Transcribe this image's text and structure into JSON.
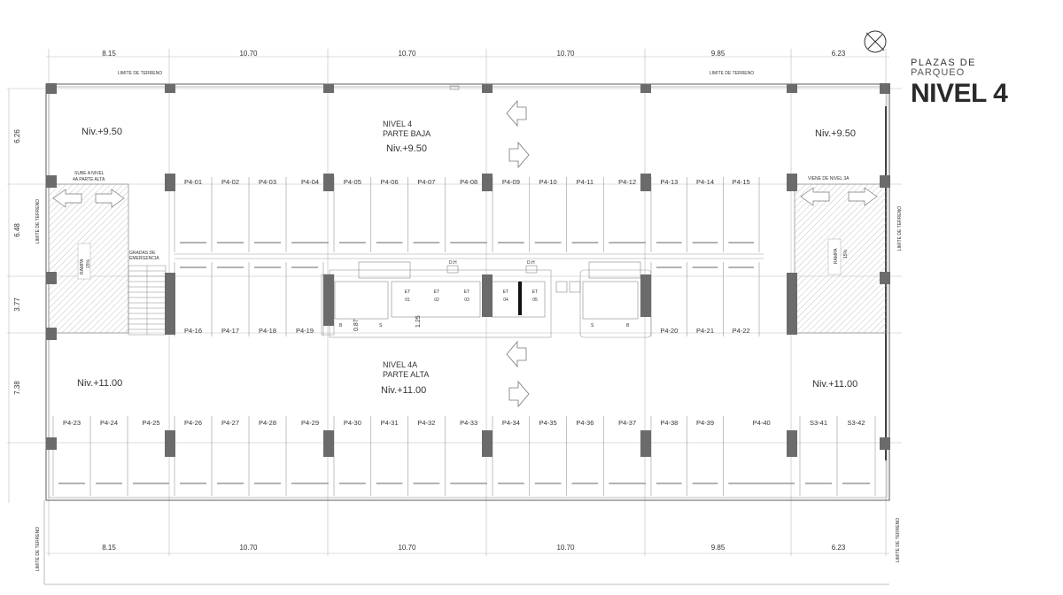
{
  "title": {
    "line1": "PLAZAS DE",
    "line2": "PARQUEO",
    "level": "NIVEL 4"
  },
  "dimensions": {
    "horizontal": [
      "8.15",
      "10.70",
      "10.70",
      "10.70",
      "9.85",
      "6.23"
    ],
    "vertical": [
      "6.26",
      "6.48",
      "3.77",
      "7.38"
    ]
  },
  "boundary_label": "LIMITE DE TERRENO",
  "levels": {
    "nw": "Niv.+9.50",
    "ne": "Niv.+9.50",
    "center_low": "Niv.+9.50",
    "sw": "Niv.+11.00",
    "se": "Niv.+11.00",
    "center_high": "Niv.+11.00",
    "zone_low_1": "NIVEL 4",
    "zone_low_2": "PARTE BAJA",
    "zone_high_1": "NIVEL 4A",
    "zone_high_2": "PARTE ALTA"
  },
  "notes": {
    "ramp_up_1": "SUBE A NIVEL",
    "ramp_up_2": "4A PARTE ALTA",
    "ramp_down": "VIENE DE NIVEL 3A",
    "ramp": "RAMPA",
    "ramp_pct": "15%",
    "stairs_1": "GRADAS DE",
    "stairs_2": "EMERGENCIA",
    "dh": "D.H",
    "dim_a": "0.87",
    "dim_b": "1.25",
    "b": "B",
    "s": "S",
    "et": "ET"
  },
  "elevators": [
    "01",
    "02",
    "03",
    "04",
    "05"
  ],
  "parking": {
    "row1": [
      "P4-01",
      "P4-02",
      "P4-03",
      "P4-04",
      "P4-05",
      "P4-06",
      "P4-07",
      "P4-08",
      "P4-09",
      "P4-10",
      "P4-11",
      "P4-12",
      "P4-13",
      "P4-14",
      "P4-15"
    ],
    "row2_left": [
      "P4-16",
      "P4-17",
      "P4-18",
      "P4-19"
    ],
    "row2_right": [
      "P4-20",
      "P4-21",
      "P4-22"
    ],
    "row3": [
      "P4-23",
      "P4-24",
      "P4-25",
      "P4-26",
      "P4-27",
      "P4-28",
      "P4-29",
      "P4-30",
      "P4-31",
      "P4-32",
      "P4-33",
      "P4-34",
      "P4-35",
      "P4-36",
      "P4-37",
      "P4-38",
      "P4-39",
      "P4-40",
      "S3-41",
      "S3-42"
    ]
  }
}
